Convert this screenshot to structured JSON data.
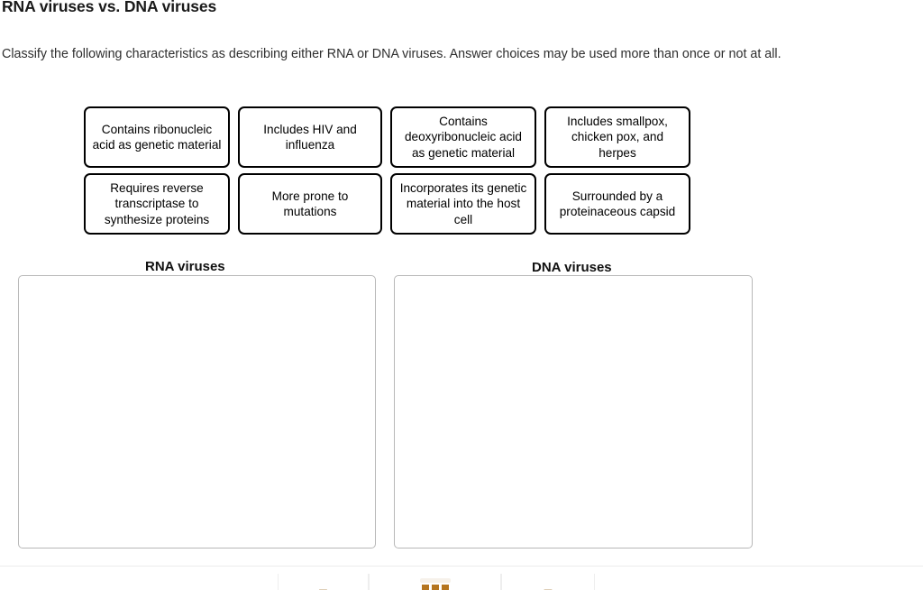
{
  "header": {
    "title": "RNA viruses vs. DNA viruses",
    "instructions": "Classify the following characteristics as describing either RNA or DNA viruses. Answer choices may be used more than once or not at all."
  },
  "answer_choices": {
    "rows": [
      [
        {
          "label": "Contains ribonucleic acid as genetic material"
        },
        {
          "label": "Includes HIV and influenza"
        },
        {
          "label": "Contains deoxyribonucleic acid as genetic material"
        },
        {
          "label": "Includes smallpox, chicken pox, and herpes"
        }
      ],
      [
        {
          "label": "Requires reverse transcriptase to synthesize proteins"
        },
        {
          "label": "More prone to mutations"
        },
        {
          "label": "Incorporates its genetic material into the host cell"
        },
        {
          "label": "Surrounded by a proteinaceous capsid"
        }
      ]
    ]
  },
  "drop_zones": [
    {
      "title": "RNA viruses",
      "items": []
    },
    {
      "title": "DNA viruses",
      "items": []
    }
  ],
  "bottom_toolbar": {
    "cells": [
      {
        "glyph": ""
      },
      {
        "glyph": ""
      },
      {
        "glyph": ""
      }
    ]
  },
  "colors": {
    "tile_border": "#000000",
    "dropzone_border": "#b8b8b8",
    "text": "#2e2e2e",
    "title": "#1a1a1a",
    "rule": "#ececec",
    "accent_orange": "#b5751f"
  }
}
